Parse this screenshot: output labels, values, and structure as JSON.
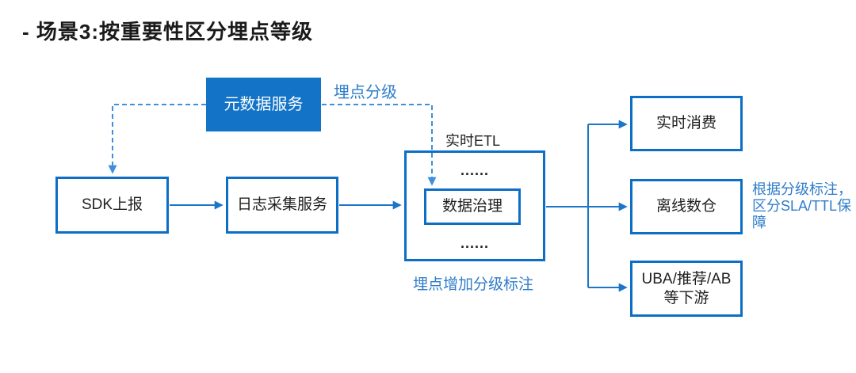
{
  "title": "- 场景3:按重要性区分埋点等级",
  "nodes": {
    "metadata_service": {
      "label": "元数据服务"
    },
    "sdk_report": {
      "label": "SDK上报"
    },
    "log_collection": {
      "label": "日志采集服务"
    },
    "etl_group": {
      "label": "实时ETL",
      "dots_top": "......",
      "dots_bottom": "......"
    },
    "data_governance": {
      "label": "数据治理"
    },
    "realtime_consume": {
      "label": "实时消费"
    },
    "offline_warehouse": {
      "label": "离线数仓"
    },
    "uba_downstream": {
      "line1": "UBA/推荐/AB",
      "line2": "等下游"
    }
  },
  "annotations": {
    "event_grading": "埋点分级",
    "etl_grading_note": "埋点增加分级标注",
    "sla_note": {
      "line1": "根据分级标注，",
      "line2": "区分SLA/TTL保",
      "line3": "障"
    }
  },
  "colors": {
    "box_border": "#0d6ec6",
    "box_fill": "#1273c7",
    "connector": "#1b76c9",
    "dashed_connector": "#3f8fdb",
    "blue_text": "#2e7cc9",
    "title_text": "#1a1a1a"
  }
}
